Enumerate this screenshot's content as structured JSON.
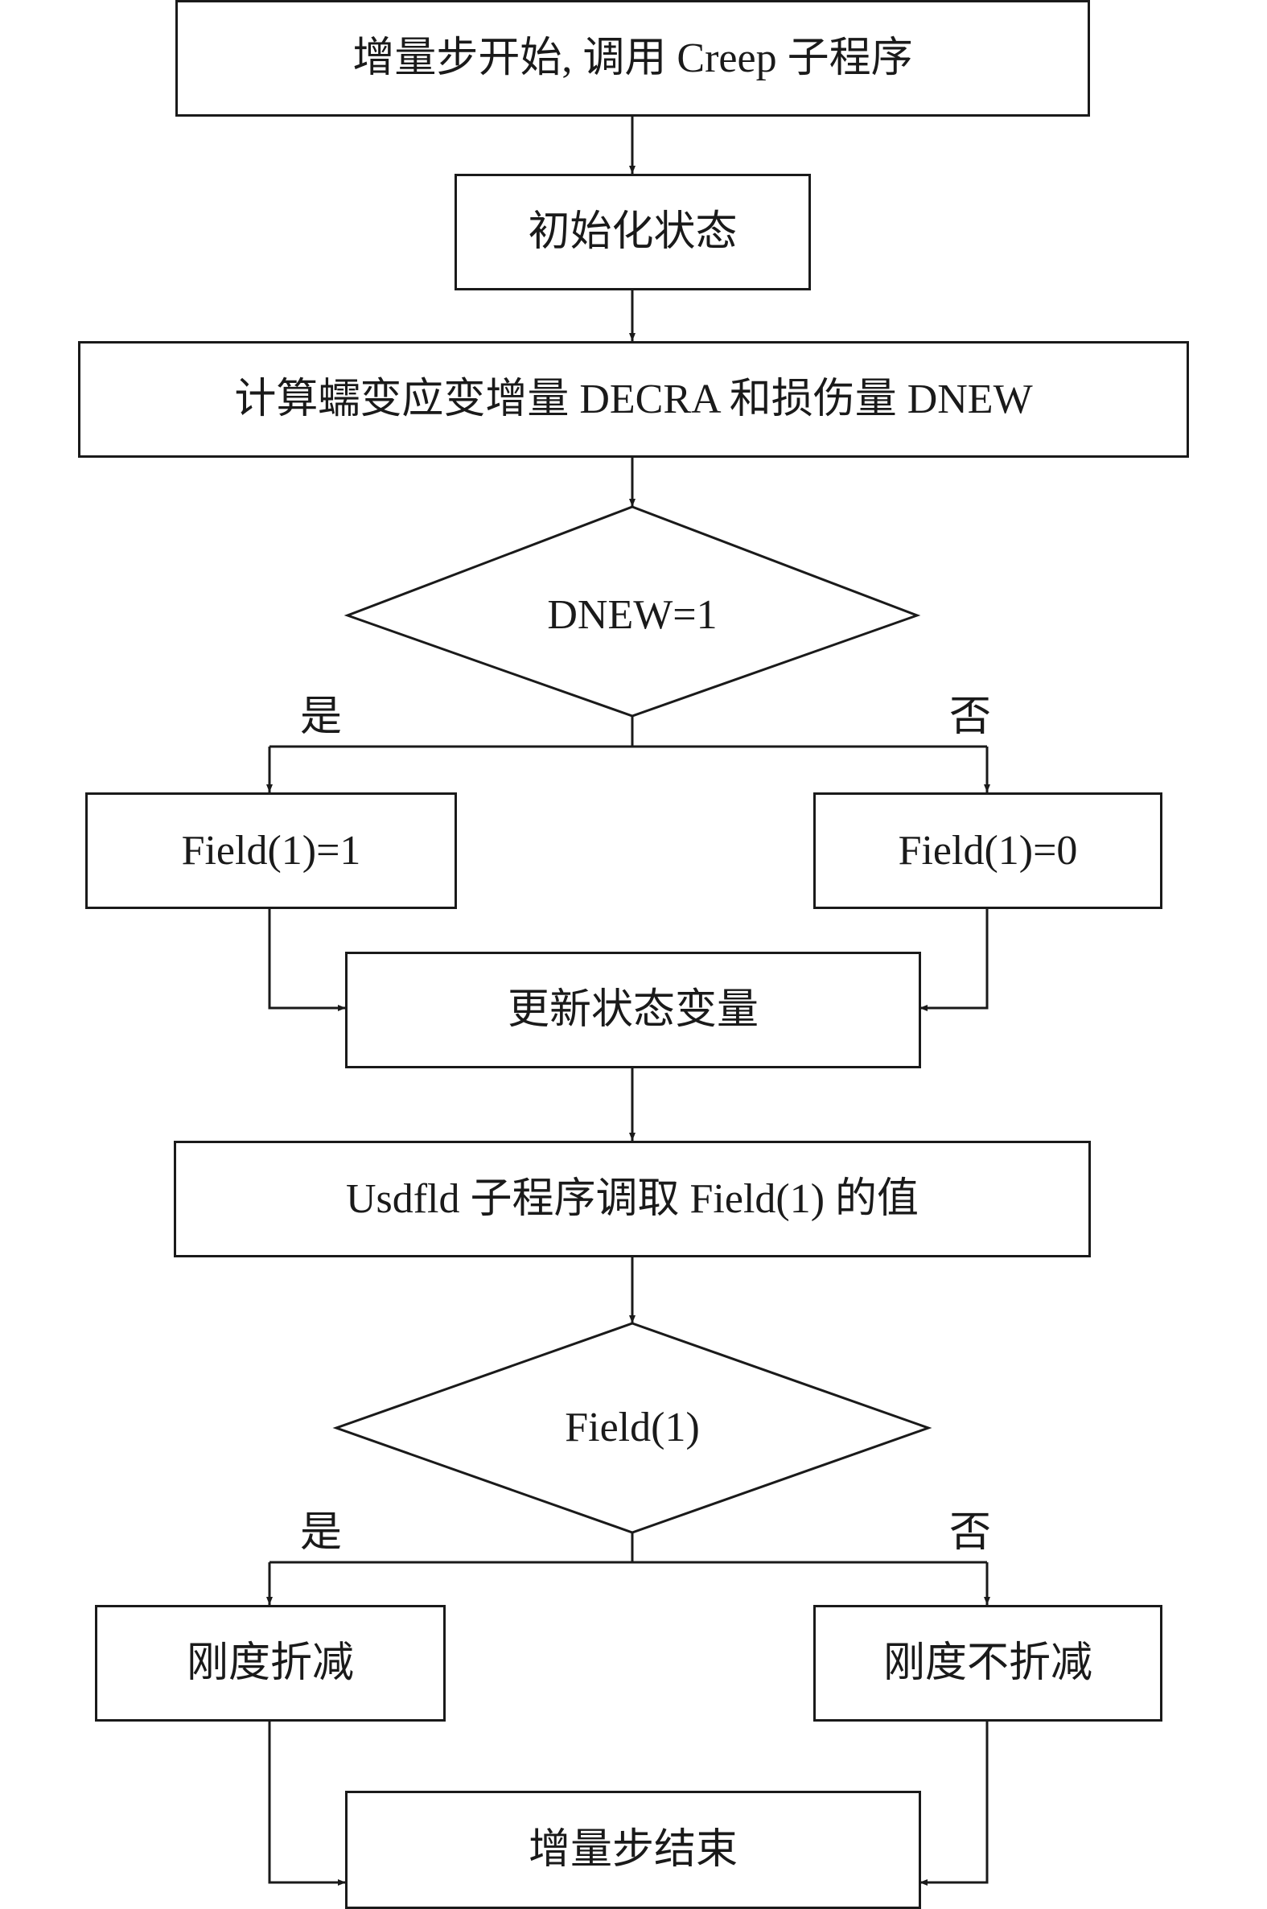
{
  "steps": {
    "start": "增量步开始, 调用 Creep 子程序",
    "init": "初始化状态",
    "compute": "计算蠕变应变增量 DECRA 和损伤量 DNEW",
    "field_one": "Field(1)=1",
    "field_zero": "Field(1)=0",
    "update": "更新状态变量",
    "usdfld": "Usdfld 子程序调取 Field(1) 的值",
    "reduce": "刚度折减",
    "no_reduce": "刚度不折减",
    "end": "增量步结束"
  },
  "decisions": {
    "dnew": "DNEW=1",
    "field": "Field(1)"
  },
  "branches": {
    "yes": "是",
    "no": "否"
  }
}
